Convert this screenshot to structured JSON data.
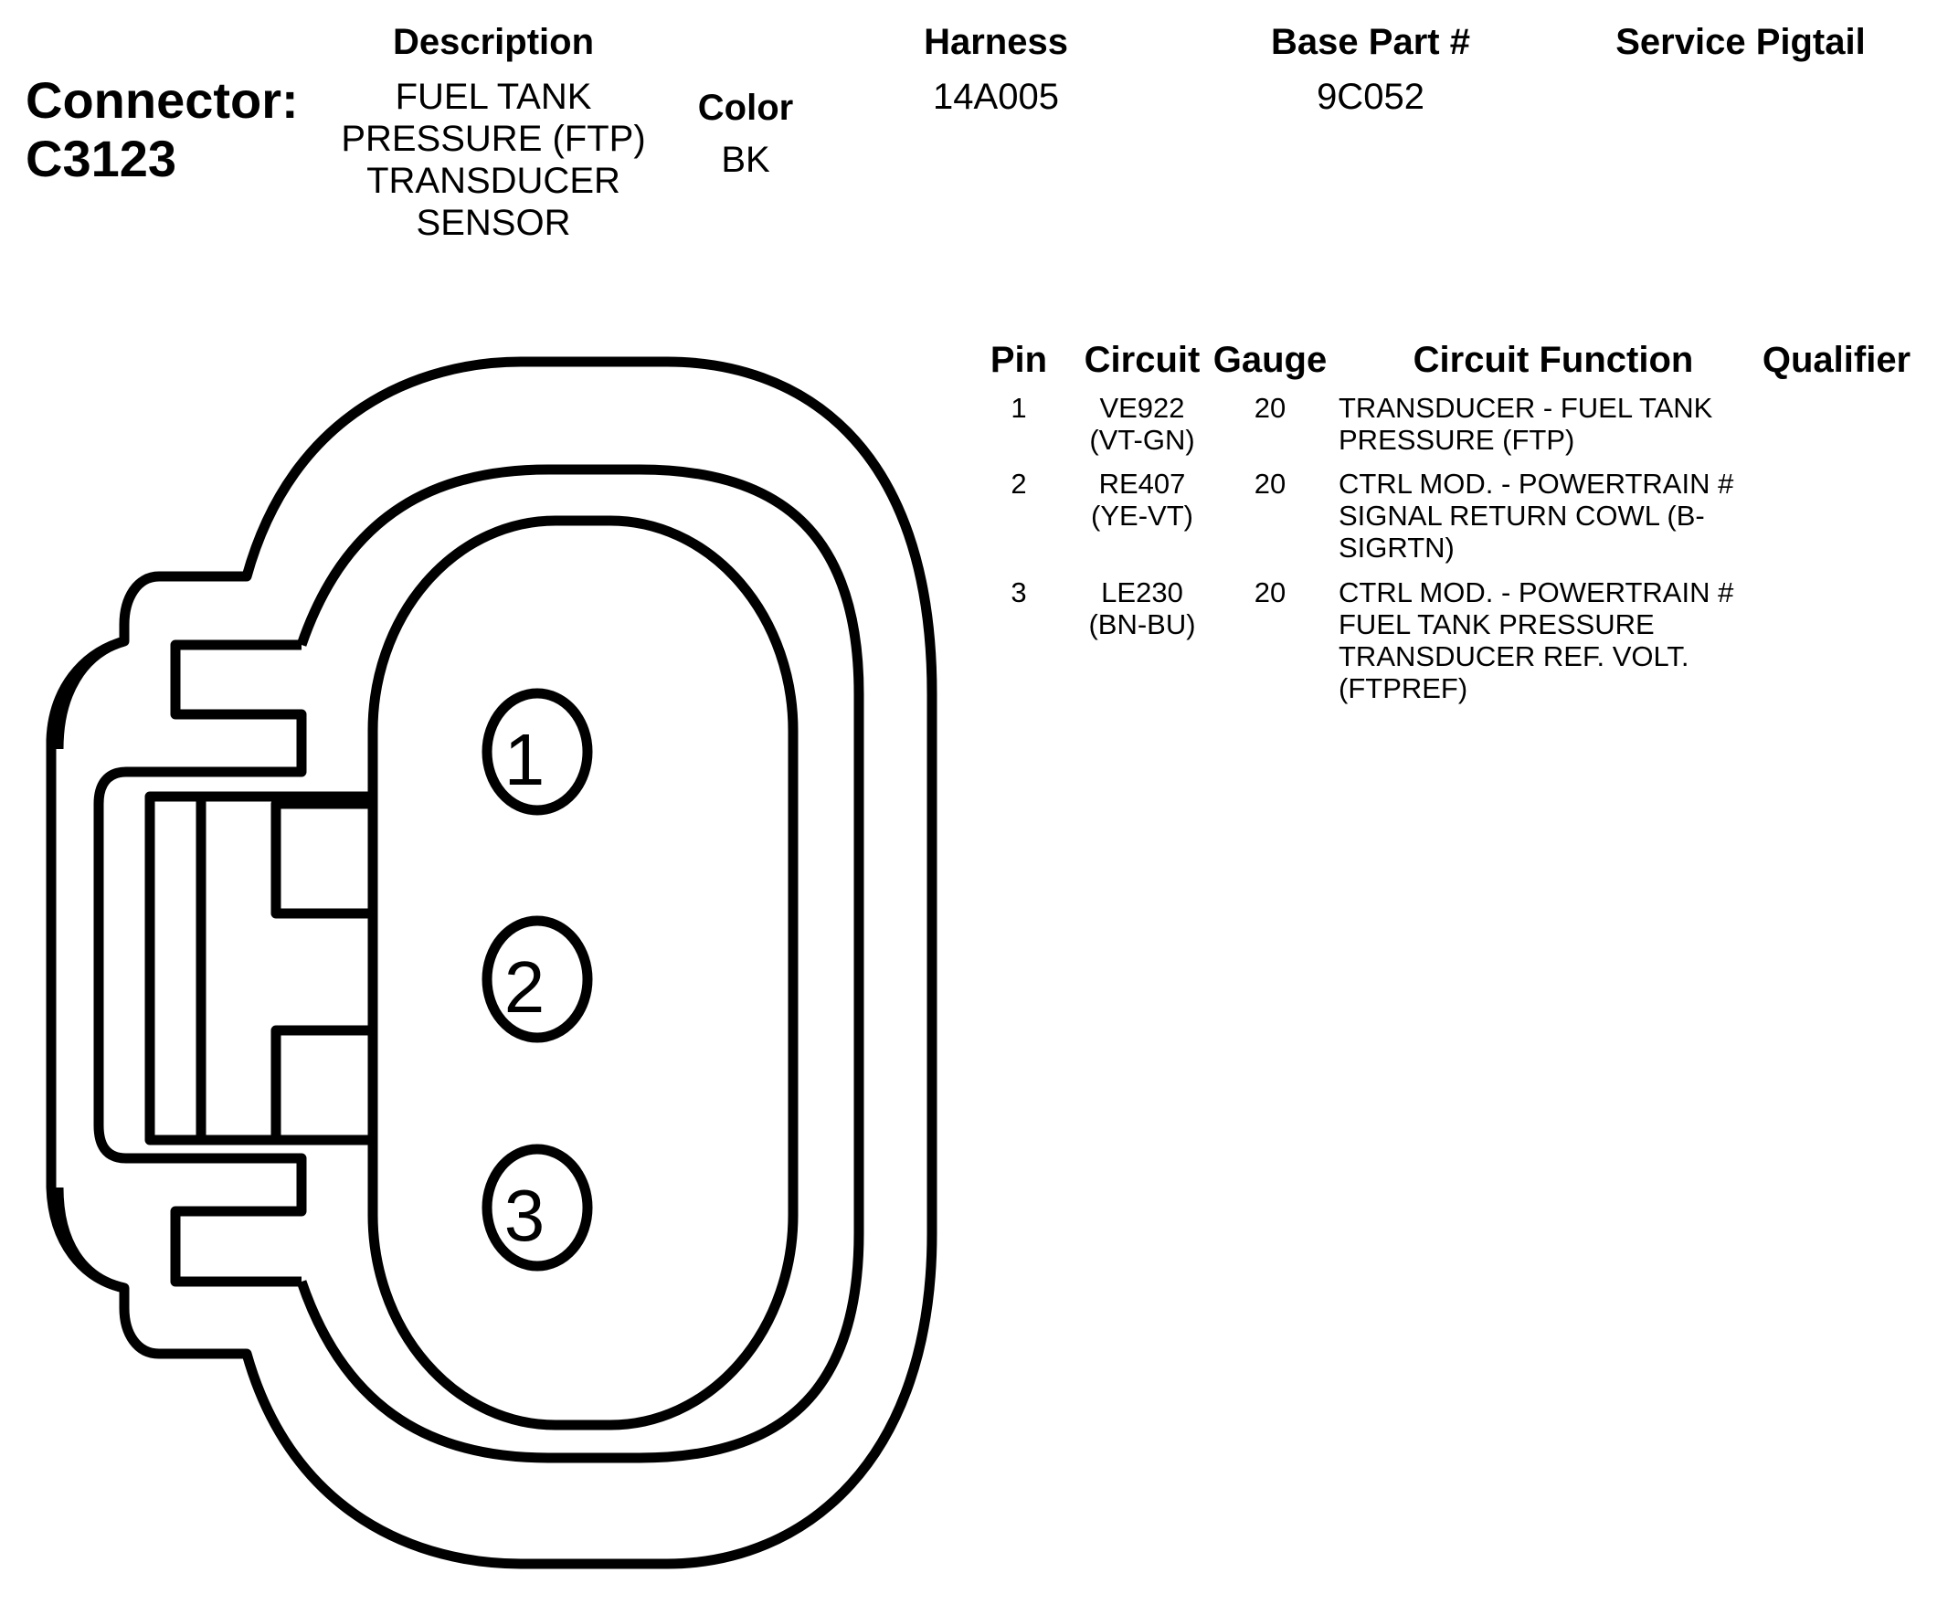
{
  "header": {
    "connector_label": "Connector:",
    "connector_id": "C3123",
    "description_header": "Description",
    "description_lines": [
      "FUEL TANK",
      "PRESSURE (FTP)",
      "TRANSDUCER",
      "SENSOR"
    ],
    "color_header": "Color",
    "color_value": "BK",
    "harness_header": "Harness",
    "harness_value": "14A005",
    "base_part_header": "Base Part #",
    "base_part_value": "9C052",
    "service_pigtail_header": "Service Pigtail"
  },
  "pin_table": {
    "columns": [
      "Pin",
      "Circuit",
      "Gauge",
      "Circuit Function",
      "Qualifier"
    ],
    "rows": [
      {
        "pin": "1",
        "circuit": [
          "VE922",
          "(VT-GN)"
        ],
        "gauge": "20",
        "function": [
          "TRANSDUCER - FUEL TANK",
          "PRESSURE (FTP)"
        ],
        "qualifier": ""
      },
      {
        "pin": "2",
        "circuit": [
          "RE407",
          "(YE-VT)"
        ],
        "gauge": "20",
        "function": [
          "CTRL MOD. - POWERTRAIN #",
          "SIGNAL RETURN COWL (B-",
          "SIGRTN)"
        ],
        "qualifier": ""
      },
      {
        "pin": "3",
        "circuit": [
          "LE230",
          "(BN-BU)"
        ],
        "gauge": "20",
        "function": [
          "CTRL MOD. - POWERTRAIN #",
          "FUEL TANK PRESSURE",
          "TRANSDUCER REF. VOLT.",
          "(FTPREF)"
        ],
        "qualifier": ""
      }
    ]
  },
  "diagram": {
    "pin_labels": [
      "1",
      "2",
      "3"
    ],
    "stroke_color": "#000000"
  }
}
